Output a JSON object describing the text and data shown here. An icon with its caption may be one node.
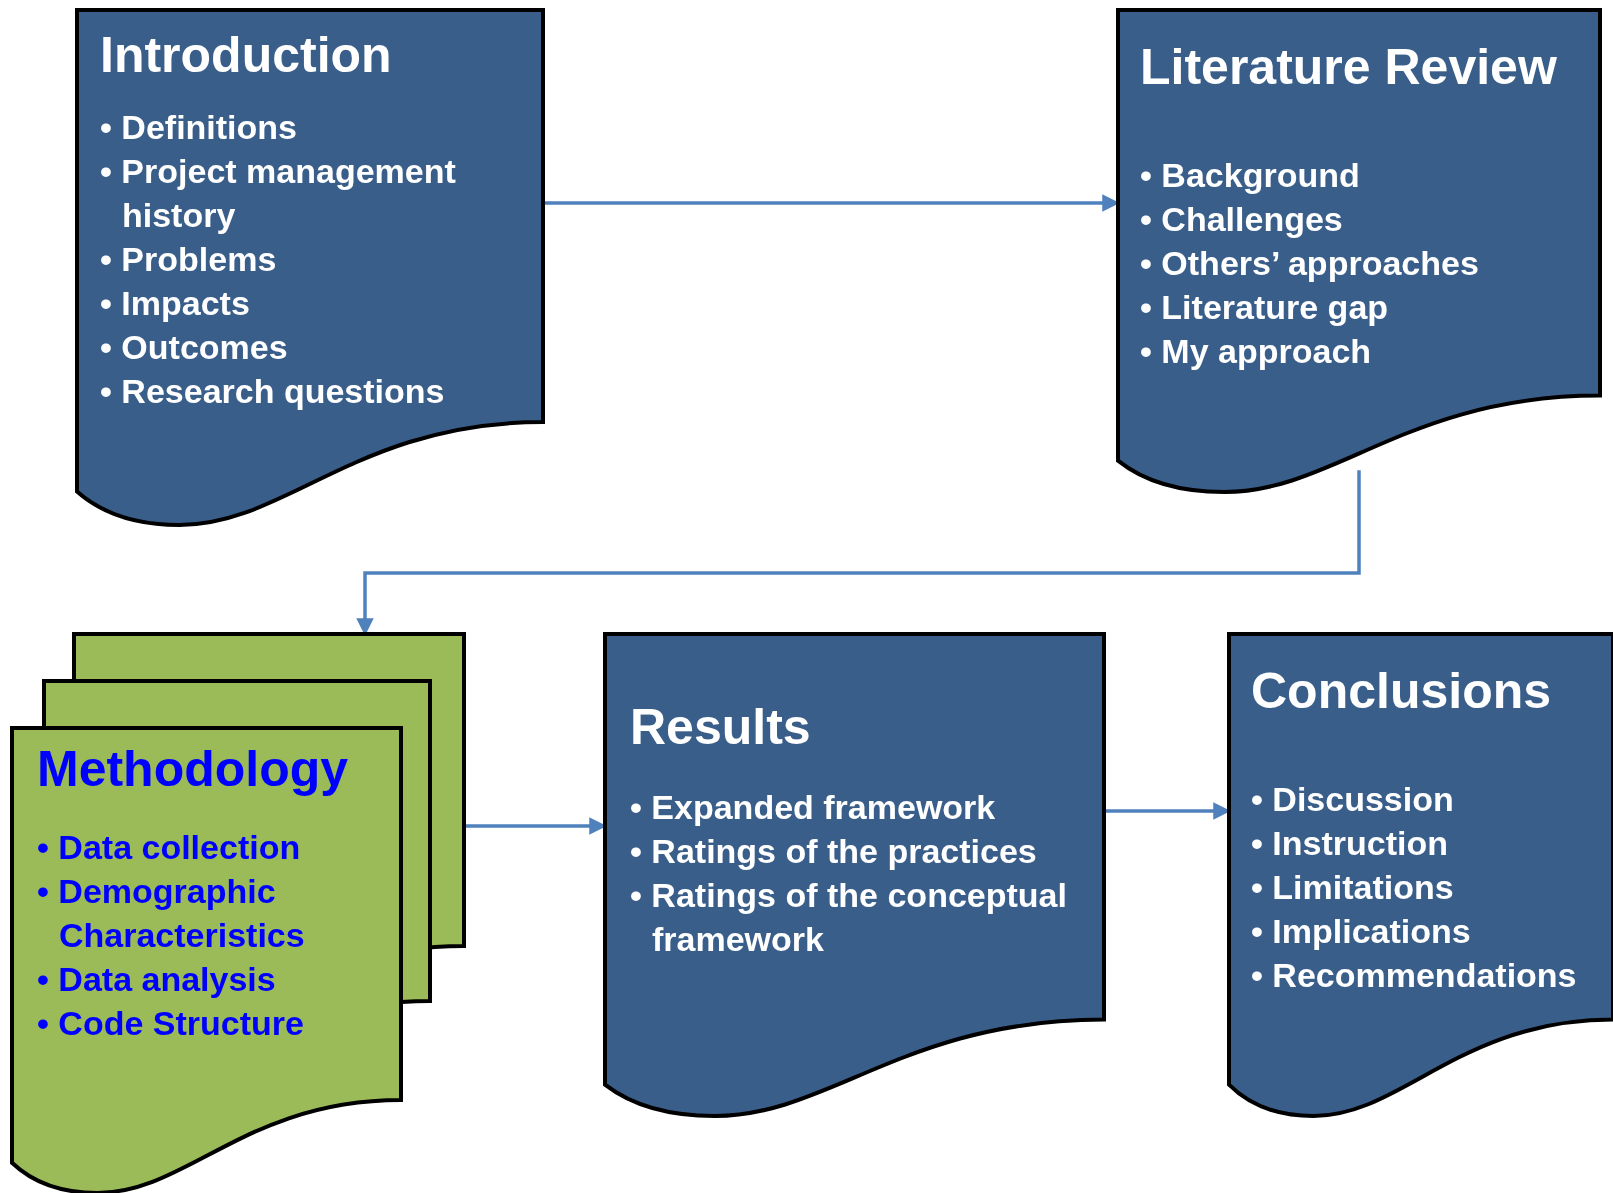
{
  "diagram": {
    "nodes": [
      {
        "text": [
          "Introduction",
          "• Definitions",
          "• Project management history",
          "• Problems",
          "• Impacts",
          "• Outcomes",
          "• Research questions"
        ]
      },
      {
        "text": [
          "Literature Review",
          "• Background",
          "• Challenges",
          "• Others’ approaches",
          "• Literature gap",
          "• My approach"
        ]
      },
      {
        "text": [
          "Methodology",
          "• Data collection",
          "• Demographic Characteristics",
          "• Data analysis",
          "• Code Structure"
        ]
      },
      {
        "text": [
          "Results",
          "• Expanded framework",
          "• Ratings of the practices",
          "• Ratings of the conceptual framework"
        ]
      },
      {
        "text": [
          "Conclusions",
          "• Discussion",
          "• Instruction",
          "• Limitations",
          "• Implications",
          "• Recommendations"
        ]
      }
    ],
    "edges": [
      {
        "from": 0,
        "to": 1,
        "arrow": "to"
      },
      {
        "from": 1,
        "to": 2,
        "arrow": "to"
      },
      {
        "from": 2,
        "to": 3,
        "arrow": "to"
      },
      {
        "from": 3,
        "to": 4,
        "arrow": "to"
      }
    ]
  }
}
